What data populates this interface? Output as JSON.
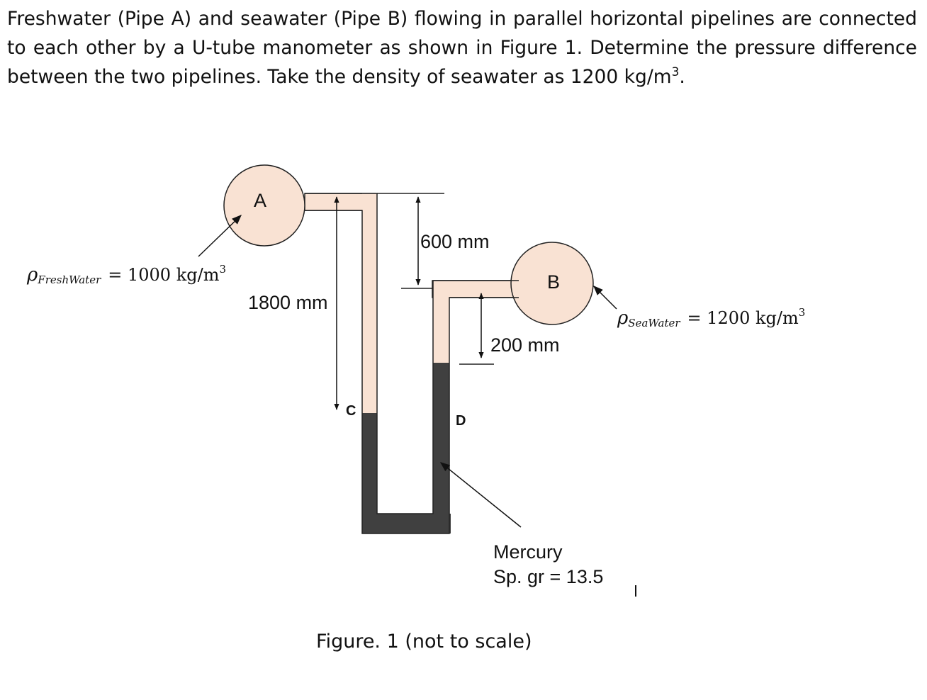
{
  "problem": {
    "text": "Freshwater (Pipe A) and seawater (Pipe B) flowing in parallel horizontal pipelines are connected to each other by a U-tube manometer as shown in Figure 1. Determine the pressure difference between the two pipelines. Take the density of seawater as 1200 kg/m",
    "superscript": "3",
    "end": "."
  },
  "figure": {
    "pipe_a_label": "A",
    "pipe_b_label": "B",
    "point_c_label": "C",
    "point_d_label": "D",
    "dim_600": "600 mm",
    "dim_1800": "1800 mm",
    "dim_200": "200 mm",
    "fresh_rho_symbol": "ρ",
    "fresh_rho_sub": "FreshWater",
    "fresh_rho_eq": "= 1000 kg/m",
    "fresh_rho_exp": "3",
    "sea_rho_symbol": "ρ",
    "sea_rho_sub": "SeaWater",
    "sea_rho_eq": "= 1200 kg/m",
    "sea_rho_exp": "3",
    "mercury_line1": "Mercury",
    "mercury_line2": "Sp. gr = 13.5",
    "caption": "Figure. 1 (not to scale)"
  },
  "colors": {
    "water_fill": "#f9e2d3",
    "mercury_fill": "#404040",
    "outline": "#222222"
  }
}
